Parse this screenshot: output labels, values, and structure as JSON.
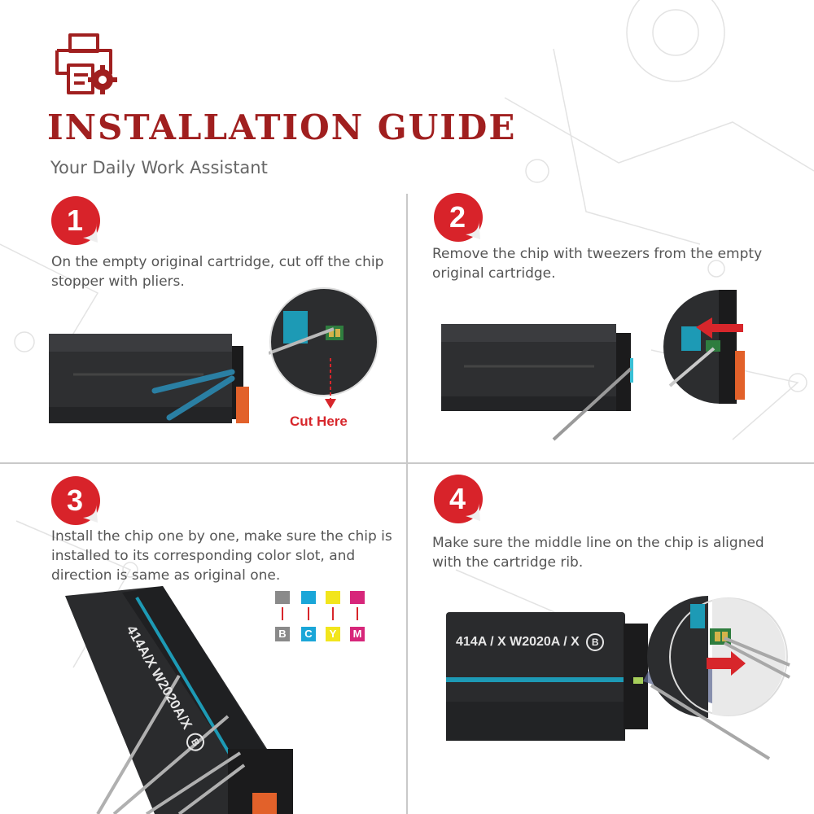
{
  "header": {
    "title": "INSTALLATION GUIDE",
    "subtitle": "Your Daily Work Assistant",
    "logo_icon": "printer-gear-icon",
    "accent_color": "#a01f1f"
  },
  "steps": [
    {
      "number": "1",
      "text": "On the empty original cartridge, cut off the chip stopper with pliers.",
      "callout": "Cut Here"
    },
    {
      "number": "2",
      "text": "Remove the chip with tweezers from the empty original cartridge."
    },
    {
      "number": "3",
      "text": "Install the chip one by one, make sure the chip is installed to its corresponding color slot, and direction is same as original one.",
      "cartridge_label": "414A/X W2020A/X",
      "cartridge_badge": "B"
    },
    {
      "number": "4",
      "text": "Make sure the middle line on the chip is aligned with the cartridge rib.",
      "cartridge_label": "414A / X W2020A / X",
      "cartridge_badge": "B"
    }
  ],
  "chip_legend": [
    {
      "letter": "B",
      "color": "#8a8a8a"
    },
    {
      "letter": "C",
      "color": "#1aa6d8"
    },
    {
      "letter": "Y",
      "color": "#f2e51c"
    },
    {
      "letter": "M",
      "color": "#d7267a"
    }
  ]
}
